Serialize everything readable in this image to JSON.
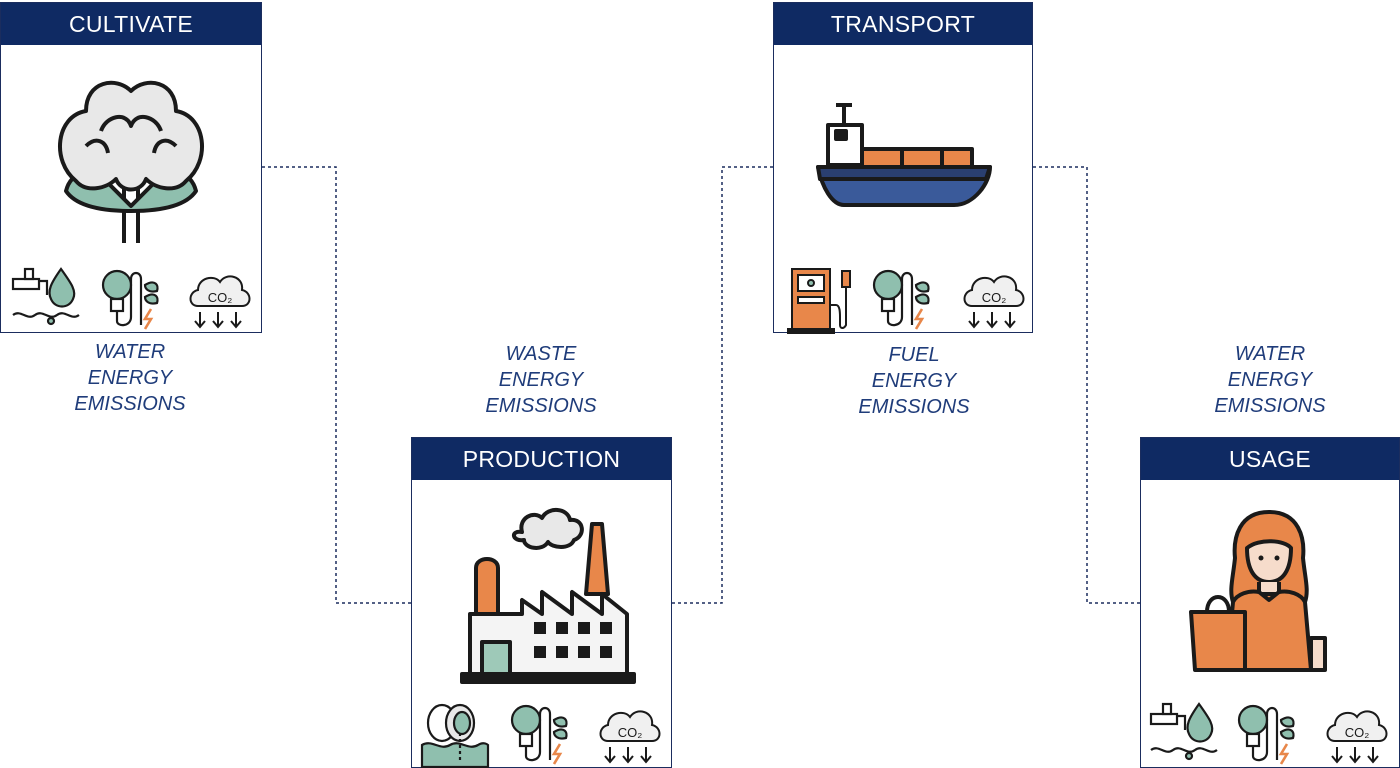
{
  "stages": {
    "cultivate": {
      "title": "CULTIVATE",
      "caption": [
        "WATER",
        "ENERGY",
        "EMISSIONS"
      ],
      "impact_icons": [
        "water-tap-icon",
        "energy-bulb-icon",
        "co2-cloud-icon"
      ],
      "co2_text": "CO₂"
    },
    "production": {
      "title": "PRODUCTION",
      "caption": [
        "WASTE",
        "ENERGY",
        "EMISSIONS"
      ],
      "impact_icons": [
        "waste-pipe-icon",
        "energy-bulb-icon",
        "co2-cloud-icon"
      ],
      "co2_text": "CO₂"
    },
    "transport": {
      "title": "TRANSPORT",
      "caption": [
        "FUEL",
        "ENERGY",
        "EMISSIONS"
      ],
      "impact_icons": [
        "fuel-pump-icon",
        "energy-bulb-icon",
        "co2-cloud-icon"
      ],
      "co2_text": "CO₂"
    },
    "usage": {
      "title": "USAGE",
      "caption": [
        "WATER",
        "ENERGY",
        "EMISSIONS"
      ],
      "impact_icons": [
        "water-tap-icon",
        "energy-bulb-icon",
        "co2-cloud-icon"
      ],
      "co2_text": "CO₂"
    }
  },
  "colors": {
    "header": "#0f2a63",
    "caption_text": "#1f3c7a",
    "accent_orange": "#e8874a",
    "accent_teal": "#8fbfae",
    "outline": "#1a1a1a"
  }
}
